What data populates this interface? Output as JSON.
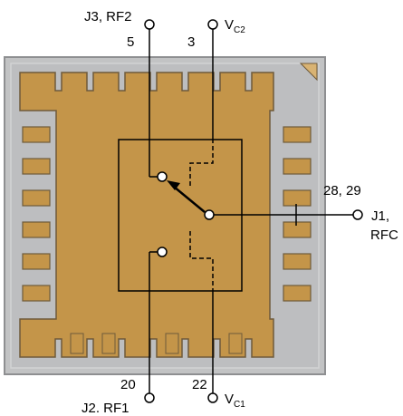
{
  "labels": {
    "j3_rf2": "J3, RF2",
    "pin_5": "5",
    "pin_3": "3",
    "vc2_main": "V",
    "vc2_sub": "C2",
    "pin_28_29": "28, 29",
    "j1_line1": "J1,",
    "j1_line2": "RFC",
    "pin_20": "20",
    "pin_22": "22",
    "j2_rf1": "J2. RF1",
    "vc1_main": "V",
    "vc1_sub": "C1"
  },
  "colors": {
    "package": "#c2c3c4",
    "package_edge": "#8e8f91",
    "pad": "#c49549",
    "pad_edge": "#6e5a3a",
    "frame": "#000000",
    "background": "#ffffff"
  }
}
